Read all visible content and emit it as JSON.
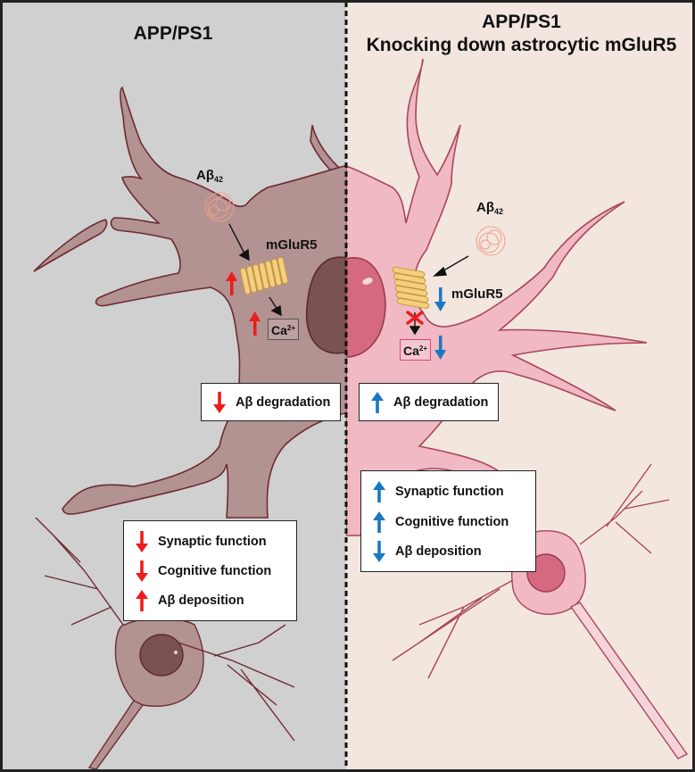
{
  "left_panel": {
    "title": "APP/PS1",
    "background": "#d0d0d0",
    "cell_color": "#b39292",
    "ab42_label": "Aβ",
    "ab42_sub": "42",
    "receptor_label": "mGluR5",
    "receptor_change": "up",
    "calcium_label": "Ca",
    "calcium_sup": "2+",
    "calcium_change": "up",
    "degradation": {
      "text": "Aβ degradation",
      "direction": "down"
    },
    "outcomes": [
      {
        "text": "Synaptic function",
        "direction": "down"
      },
      {
        "text": "Cognitive function",
        "direction": "down"
      },
      {
        "text": "Aβ deposition",
        "direction": "up"
      }
    ]
  },
  "right_panel": {
    "title_line1": "APP/PS1",
    "title_line2": "Knocking down astrocytic mGluR5",
    "background": "#f3e6df",
    "cell_color": "#f0b9c4",
    "ab42_label": "Aβ",
    "ab42_sub": "42",
    "receptor_label": "mGluR5",
    "receptor_change": "down",
    "calcium_label": "Ca",
    "calcium_sup": "2+",
    "calcium_change": "down",
    "signal_blocked": true,
    "degradation": {
      "text": "Aβ degradation",
      "direction": "up"
    },
    "outcomes": [
      {
        "text": "Synaptic function",
        "direction": "up"
      },
      {
        "text": "Cognitive function",
        "direction": "up"
      },
      {
        "text": "Aβ deposition",
        "direction": "down"
      }
    ]
  },
  "colors": {
    "increase_left": "#ee1c1c",
    "change_right": "#1a78c2",
    "block_x": "#ee1c1c"
  }
}
